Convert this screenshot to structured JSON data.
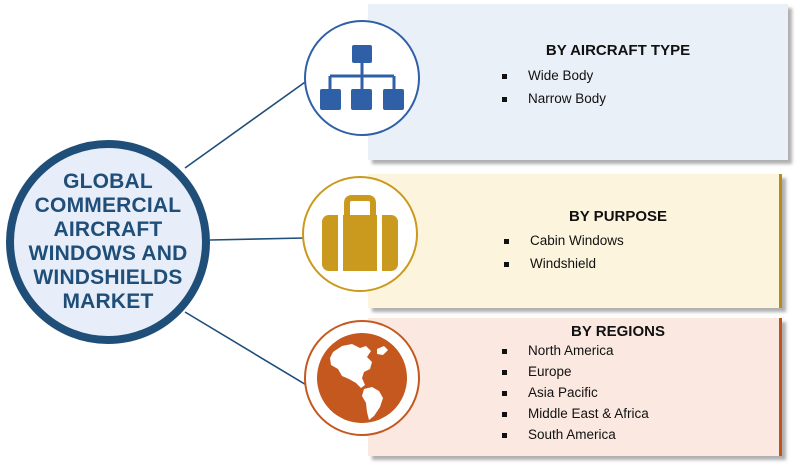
{
  "hub": {
    "title": "GLOBAL\nCOMMERCIAL\nAIRCRAFT\nWINDOWS AND\nWINDSHIELDS\nMARKET"
  },
  "segments": [
    {
      "heading": "BY AIRCRAFT TYPE",
      "icon": "hierarchy-icon",
      "color": "#2f5fa7",
      "items": [
        "Wide Body",
        "Narrow Body"
      ]
    },
    {
      "heading": "BY PURPOSE",
      "icon": "briefcase-icon",
      "color": "#c99a1d",
      "items": [
        "Cabin Windows",
        "Windshield"
      ]
    },
    {
      "heading": "BY REGIONS",
      "icon": "globe-icon",
      "color": "#c4581f",
      "items": [
        "North America",
        "Europe",
        "Asia Pacific",
        "Middle East & Africa",
        "South America"
      ]
    }
  ],
  "colors": {
    "hub_border": "#1f4e79",
    "hub_fill": "#e7eef9",
    "connector": "#1f4e79"
  }
}
